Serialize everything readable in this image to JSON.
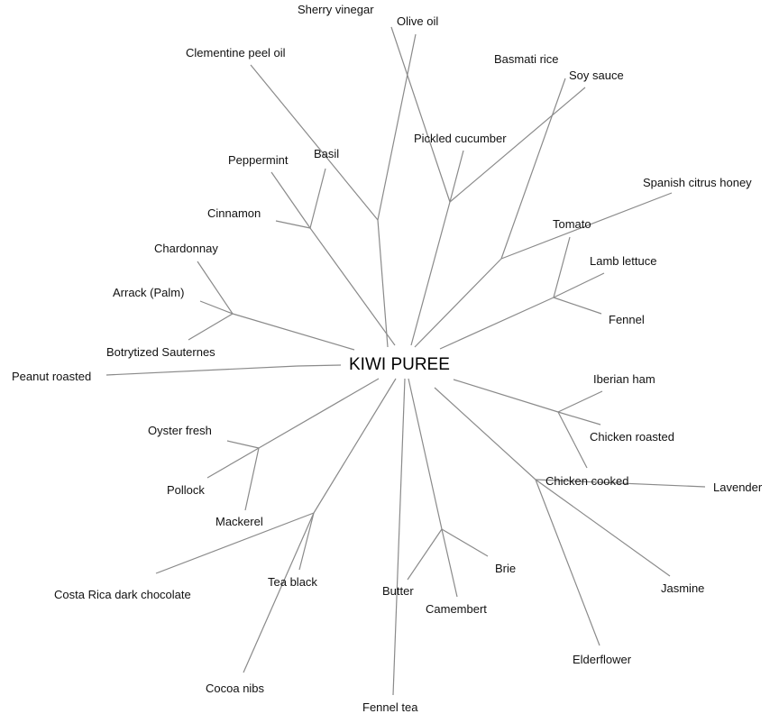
{
  "root": "KIWI PUREE",
  "labels": [
    "Sherry vinegar",
    "Olive oil",
    "Clementine peel oil",
    "Basmati rice",
    "Soy sauce",
    "Pickled cucumber",
    "Basil",
    "Peppermint",
    "Spanish citrus honey",
    "Cinnamon",
    "Tomato",
    "Chardonnay",
    "Lamb lettuce",
    "Arrack (Palm)",
    "Fennel",
    "Botrytized Sauternes",
    "Peanut roasted",
    "Iberian ham",
    "Oyster fresh",
    "Chicken roasted",
    "Chicken cooked",
    "Lavender",
    "Pollock",
    "Mackerel",
    "Brie",
    "Tea black",
    "Jasmine",
    "Butter",
    "Costa Rica dark chocolate",
    "Camembert",
    "Elderflower",
    "Cocoa nibs",
    "Fennel tea"
  ]
}
